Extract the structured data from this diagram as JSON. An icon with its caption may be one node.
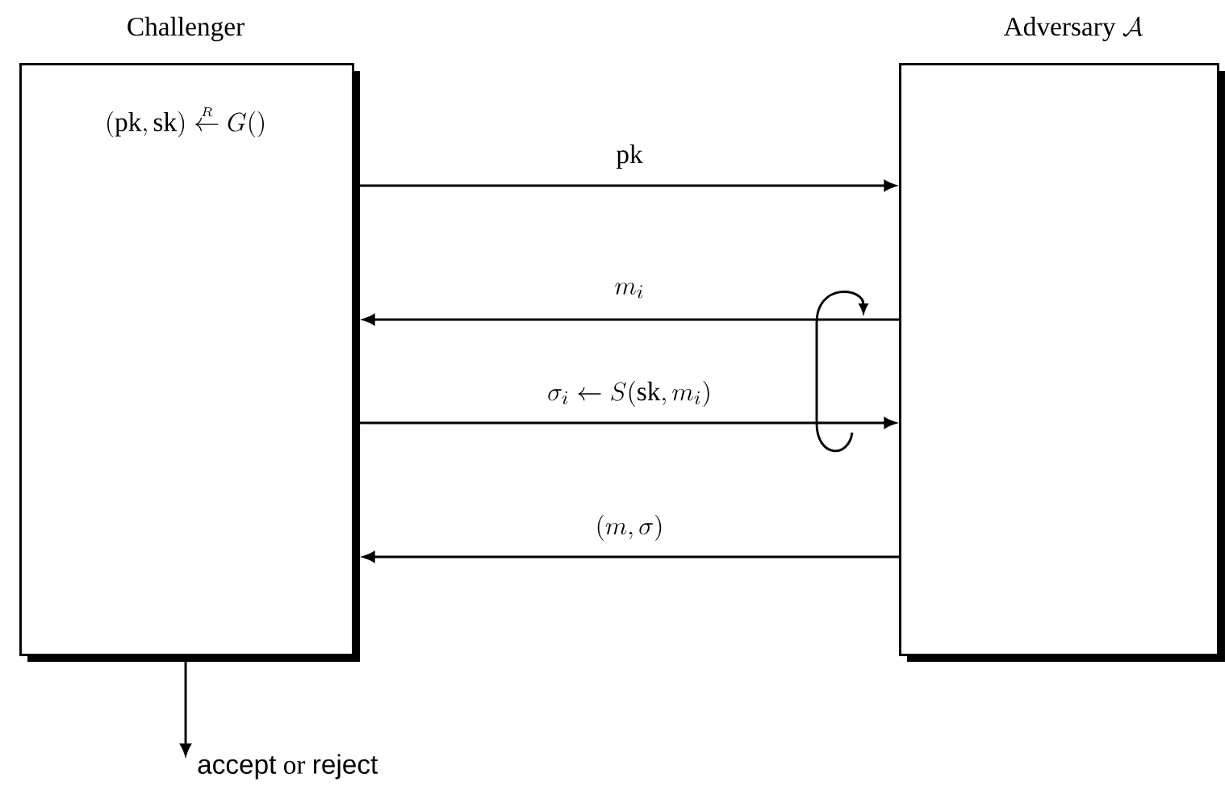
{
  "diagram": {
    "nodes": [
      {
        "text": [
          "Challenger",
          "(\\mathrm{pk}, \\mathrm{sk}) \\stackrel{\\scriptscriptstyle R}{\\leftarrow} G()"
        ]
      },
      {
        "text": [
          "\\text{Adversary } \\mathcal{A}"
        ]
      },
      {
        "text": [
          "\\textsf{accept} \\text{ or } \\textsf{reject}"
        ]
      }
    ],
    "edges": [
      {
        "from": 0,
        "to": 1,
        "arrow": "to",
        "label": "\\mathrm{pk}"
      },
      {
        "from": 1,
        "to": 0,
        "arrow": "to",
        "label": "m_i"
      },
      {
        "from": 0,
        "to": 1,
        "arrow": "to",
        "label": "\\sigma_i \\leftarrow S(\\mathrm{sk}, m_i)"
      },
      {
        "from": 1,
        "to": 0,
        "arrow": "to",
        "label": "(m, \\sigma)"
      },
      {
        "from": 0,
        "to": 2,
        "arrow": "to"
      }
    ]
  }
}
